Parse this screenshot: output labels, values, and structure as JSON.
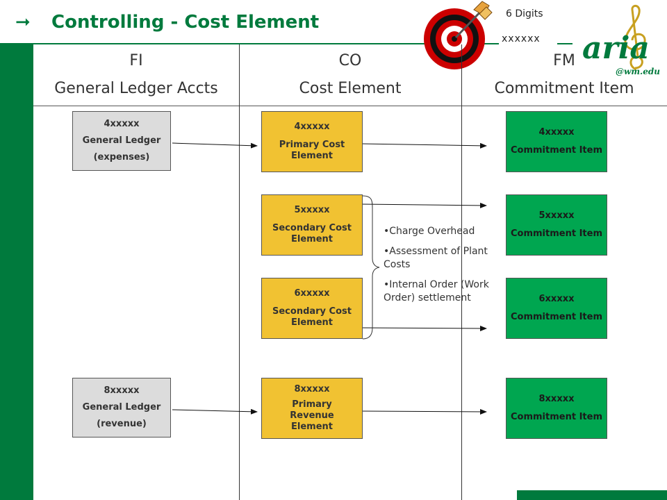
{
  "title": {
    "arrow": "➞",
    "text": "Controlling - Cost Element"
  },
  "digits": {
    "label": "6 Digits",
    "value": "xxxxxx"
  },
  "logo": {
    "text": "aria",
    "sub": "@wm.edu"
  },
  "columns": [
    {
      "abbr": "FI",
      "name": "General Ledger Accts"
    },
    {
      "abbr": "CO",
      "name": "Cost Element"
    },
    {
      "abbr": "FM",
      "name": "Commitment Item"
    }
  ],
  "fi_boxes": [
    {
      "code": "4xxxxx",
      "line1": "General Ledger",
      "line2": "(expenses)"
    },
    {
      "code": "8xxxxx",
      "line1": "General Ledger",
      "line2": "(revenue)"
    }
  ],
  "co_boxes": [
    {
      "code": "4xxxxx",
      "label": "Primary Cost Element"
    },
    {
      "code": "5xxxxx",
      "label": "Secondary Cost Element"
    },
    {
      "code": "6xxxxx",
      "label": "Secondary Cost Element"
    },
    {
      "code": "8xxxxx",
      "label": "Primary Revenue Element"
    }
  ],
  "fm_boxes": [
    {
      "code": "4xxxxx",
      "label": "Commitment Item"
    },
    {
      "code": "5xxxxx",
      "label": "Commitment Item"
    },
    {
      "code": "6xxxxx",
      "label": "Commitment Item"
    },
    {
      "code": "8xxxxx",
      "label": "Commitment Item"
    }
  ],
  "bullets": [
    "Charge Overhead",
    "Assessment of Plant Costs",
    "Internal Order (Work Order) settlement"
  ],
  "bullet_char": "•",
  "colors": {
    "green": "#007a3d",
    "fm_box": "#00a650",
    "co_box": "#f1c232",
    "fi_box": "#dcdcdc"
  }
}
